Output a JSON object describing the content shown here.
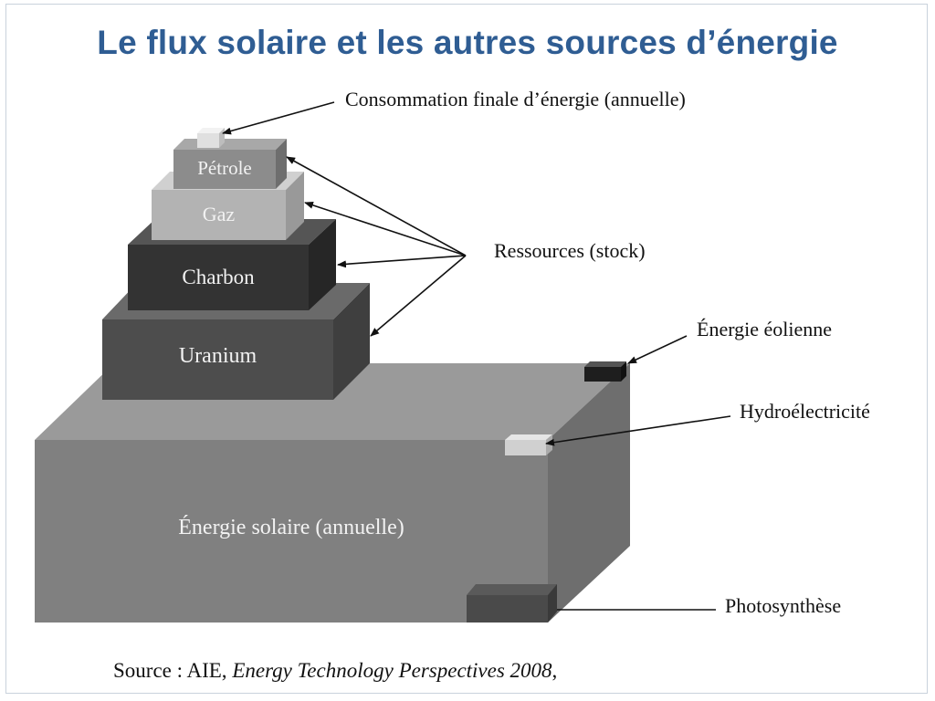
{
  "title": "Le flux solaire et les autres sources d’énergie",
  "blocks": {
    "solar": "Énergie solaire (annuelle)",
    "uranium": "Uranium",
    "charbon": "Charbon",
    "gaz": "Gaz",
    "petrole": "Pétrole"
  },
  "labels": {
    "consommation": "Consommation finale d’énergie (annuelle)",
    "ressources": "Ressources (stock)",
    "eolienne": "Énergie éolienne",
    "hydro": "Hydroélectricité",
    "photosynthese": "Photosynthèse"
  },
  "source": {
    "prefix": "Source : AIE, ",
    "publication": "Energy Technology Perspectives 2008",
    "suffix": ","
  },
  "colors": {
    "title": "#2f5d93",
    "solar_front": "#808080",
    "uranium_front": "#4d4d4d",
    "charbon_front": "#333333",
    "gaz_front": "#b3b3b3",
    "petrole_front": "#8c8c8c"
  }
}
